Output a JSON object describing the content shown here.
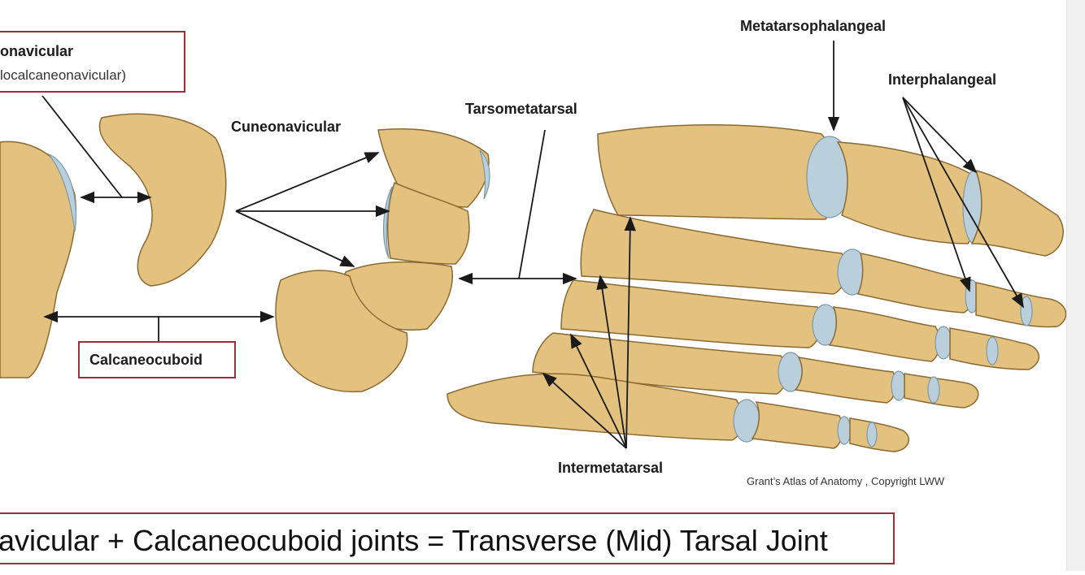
{
  "labels": {
    "talonavicular_line1": "onavicular",
    "talonavicular_line2": "localcaneonavicular)",
    "cuneonavicular": "Cuneonavicular",
    "tarsometatarsal": "Tarsometatarsal",
    "metatarsophalangeal": "Metatarsophalangeal",
    "interphalangeal": "Interphalangeal",
    "calcaneocuboid": "Calcaneocuboid",
    "intermetatarsal": "Intermetatarsal"
  },
  "credit": "Grant’s Atlas of Anatomy , Copyright LWW",
  "banner": "avicular + Calcaneocuboid joints = Transverse (Mid) Tarsal Joint",
  "colors": {
    "bone": "#e3c27f",
    "cartilage": "#b9cfdc",
    "box_border": "#9b2f3a"
  }
}
